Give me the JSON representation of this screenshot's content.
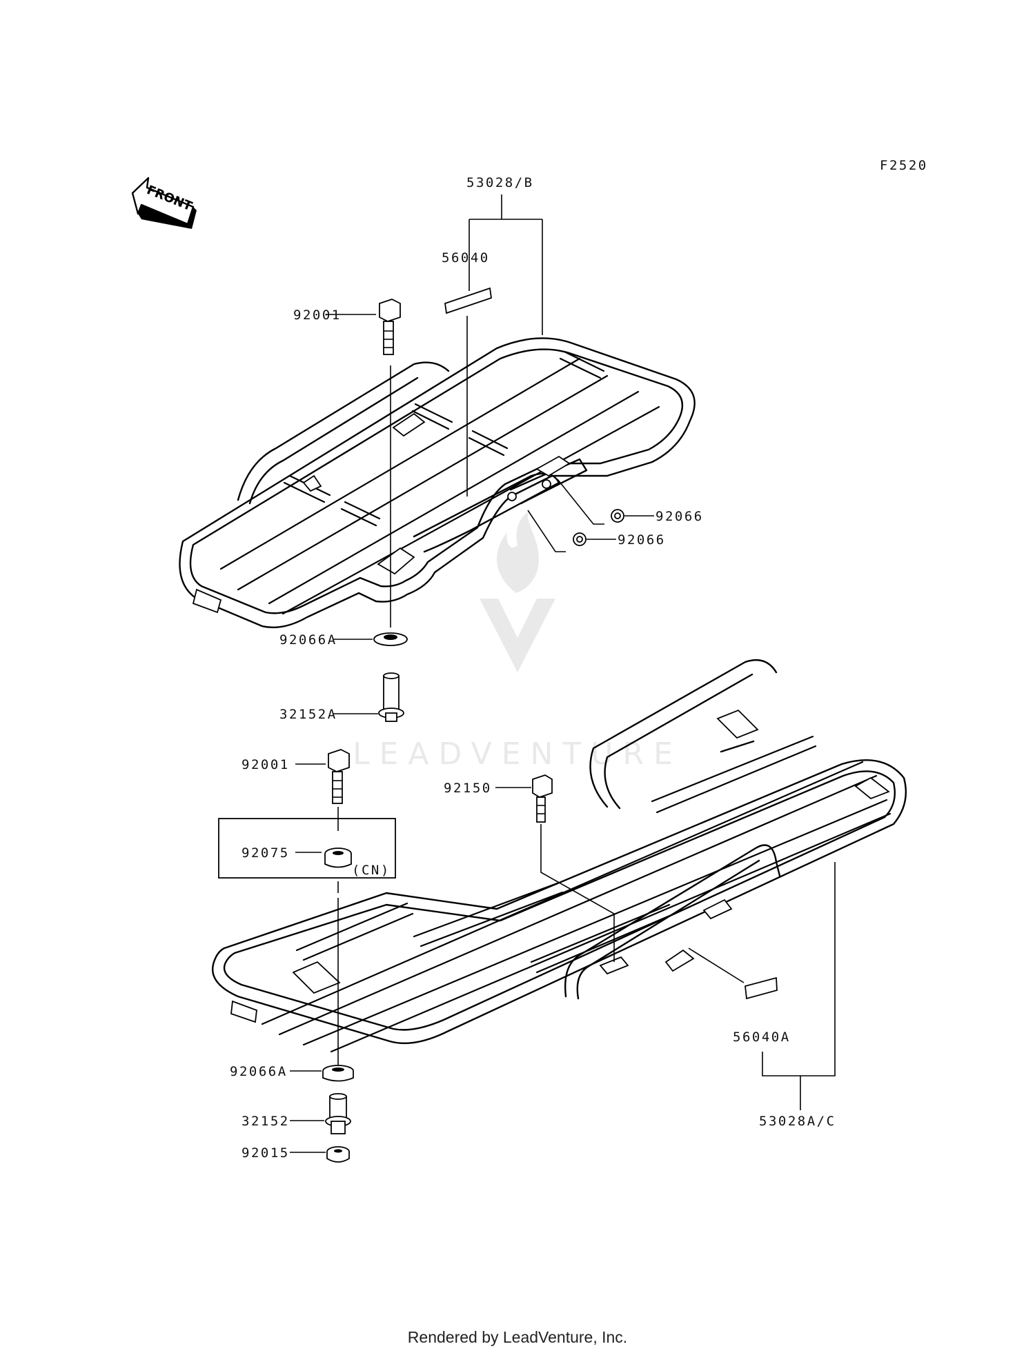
{
  "diagram_code": "F2520",
  "front_label": "FRONT",
  "watermark_text": "LEADVENTURE",
  "footer": "Rendered by LeadVenture, Inc.",
  "upper_rack": {
    "assembly": "53028/B",
    "label_decal": "56040",
    "bolt": "92001",
    "collar_right_1": "92066",
    "collar_right_2": "92066",
    "washer": "92066A",
    "spacer": "32152A"
  },
  "lower_rack": {
    "assembly": "53028A/C",
    "label_decal": "56040A",
    "bolt": "92001",
    "side_bolt": "92150",
    "cushion": "92075",
    "cushion_note": "(CN)",
    "washer": "92066A",
    "spacer": "32152",
    "nut": "92015"
  },
  "colors": {
    "line": "#000000",
    "watermark": "#e9e9e9",
    "background": "#ffffff"
  }
}
